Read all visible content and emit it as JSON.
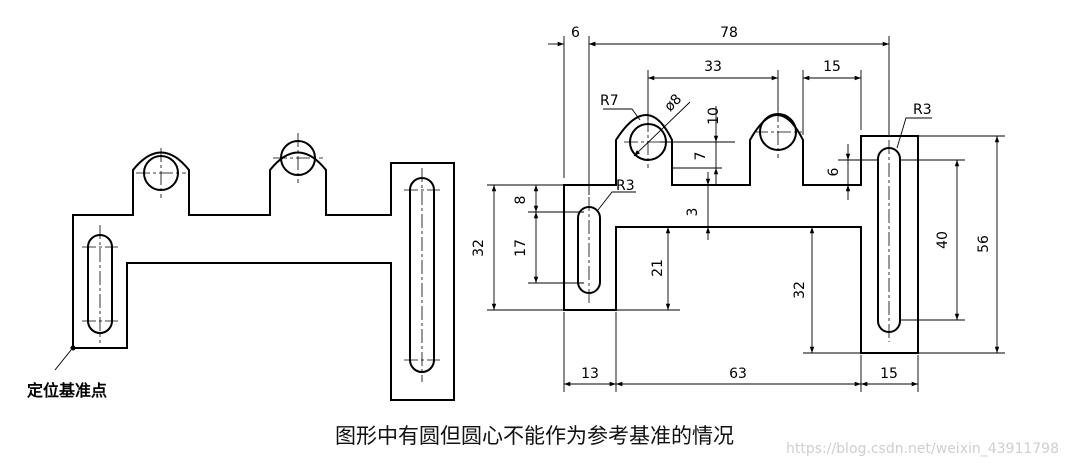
{
  "left_figure": {
    "origin_label": "定位基准点"
  },
  "right_figure": {
    "dimensions": [
      {
        "id": "d-6",
        "text": "6"
      },
      {
        "id": "d-78",
        "text": "78"
      },
      {
        "id": "d-33",
        "text": "33"
      },
      {
        "id": "d-15-top",
        "text": "15"
      },
      {
        "id": "d-r7",
        "text": "R7"
      },
      {
        "id": "d-dia8",
        "text": "ø8"
      },
      {
        "id": "d-10",
        "text": "10"
      },
      {
        "id": "d-7",
        "text": "7"
      },
      {
        "id": "d-6-right",
        "text": "6"
      },
      {
        "id": "d-r3-top",
        "text": "R3"
      },
      {
        "id": "d-r3-left",
        "text": "R3"
      },
      {
        "id": "d-8",
        "text": "8"
      },
      {
        "id": "d-3",
        "text": "3"
      },
      {
        "id": "d-32-left",
        "text": "32"
      },
      {
        "id": "d-17",
        "text": "17"
      },
      {
        "id": "d-21",
        "text": "21"
      },
      {
        "id": "d-32-mid",
        "text": "32"
      },
      {
        "id": "d-40",
        "text": "40"
      },
      {
        "id": "d-56",
        "text": "56"
      },
      {
        "id": "d-13",
        "text": "13"
      },
      {
        "id": "d-63",
        "text": "63"
      },
      {
        "id": "d-15-bottom",
        "text": "15"
      }
    ]
  },
  "caption": "图形中有圆但圆心不能作为参考基准的情况",
  "watermark": "https://blog.csdn.net/weixin_43911798"
}
